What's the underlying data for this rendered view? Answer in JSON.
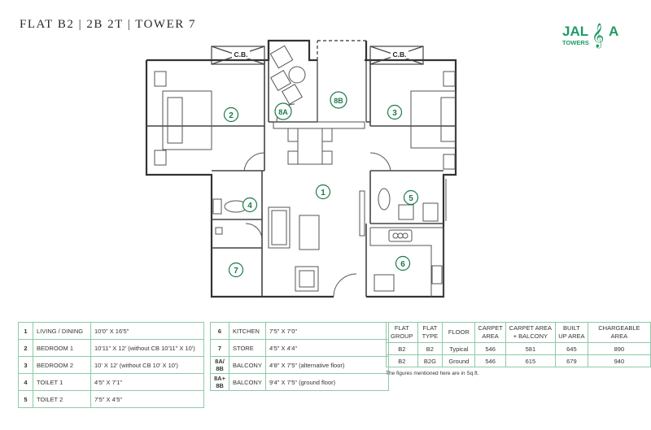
{
  "title": "FLAT B2 | 2B 2T | TOWER 7",
  "logo": {
    "word1": "JAL",
    "word2": "A",
    "sub": "TOWERS",
    "color": "#1f9a63"
  },
  "plan": {
    "cb_left": "C.B.",
    "cb_right": "C.B.",
    "markers": [
      "1",
      "2",
      "3",
      "4",
      "5",
      "6",
      "7",
      "8A",
      "8B"
    ],
    "accent": "#1a7a4a"
  },
  "rooms_left": [
    {
      "num": "1",
      "name": "LIVING / DINING",
      "dim": "10'0\" X 16'5\""
    },
    {
      "num": "2",
      "name": "BEDROOM 1",
      "dim": "10'11\" X 12' (without CB 10'11\" X 10')"
    },
    {
      "num": "3",
      "name": "BEDROOM 2",
      "dim": "10' X 12' (without CB 10' X 10')"
    },
    {
      "num": "4",
      "name": "TOILET 1",
      "dim": "4'5\" X 7'1\""
    },
    {
      "num": "5",
      "name": "TOILET 2",
      "dim": "7'5\" X 4'5\""
    }
  ],
  "rooms_right": [
    {
      "num": "6",
      "name": "KITCHEN",
      "dim": "7'5\" X 7'0\""
    },
    {
      "num": "7",
      "name": "STORE",
      "dim": "4'5\" X 4'4\""
    },
    {
      "num": "8A/ 8B",
      "name": "BALCONY",
      "dim": "4'8\" X 7'5\" (alternative floor)"
    },
    {
      "num": "8A+ 8B",
      "name": "BALCONY",
      "dim": "9'4\" X 7'5\" (ground floor)"
    }
  ],
  "area_table": {
    "headers": [
      "FLAT GROUP",
      "FLAT TYPE",
      "FLOOR",
      "CARPET AREA",
      "CARPET AREA + BALCONY",
      "BUILT UP AREA",
      "CHARGEABLE AREA"
    ],
    "rows": [
      [
        "B2",
        "B2",
        "Typical",
        "546",
        "581",
        "645",
        "890"
      ],
      [
        "B2",
        "B2G",
        "Ground",
        "546",
        "615",
        "679",
        "940"
      ]
    ],
    "note": "The figures mentioned here are in Sq.ft."
  }
}
